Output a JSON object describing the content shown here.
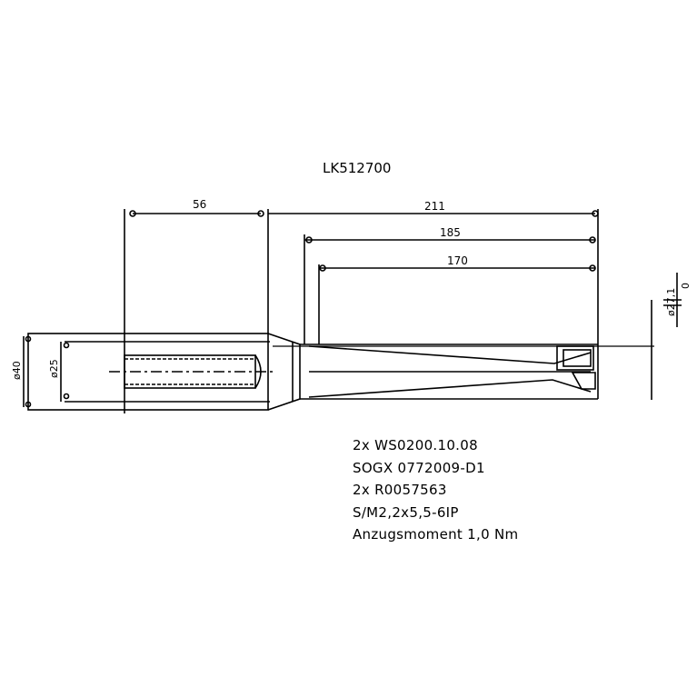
{
  "drawing": {
    "part_number": "LK512700",
    "dimensions": {
      "shank_length": "56",
      "overall_length": "211",
      "flute_length": "185",
      "cutting_length": "170",
      "shank_diameter": "ø40",
      "body_diameter": "ø25",
      "cutting_diameter": "ø27,1",
      "cutting_tolerance": "0"
    }
  },
  "notes": [
    "2x WS0200.10.08",
    "SOGX 0772009-D1",
    "2x R0057563",
    "S/M2,2x5,5-6IP",
    "Anzugsmoment 1,0 Nm"
  ]
}
